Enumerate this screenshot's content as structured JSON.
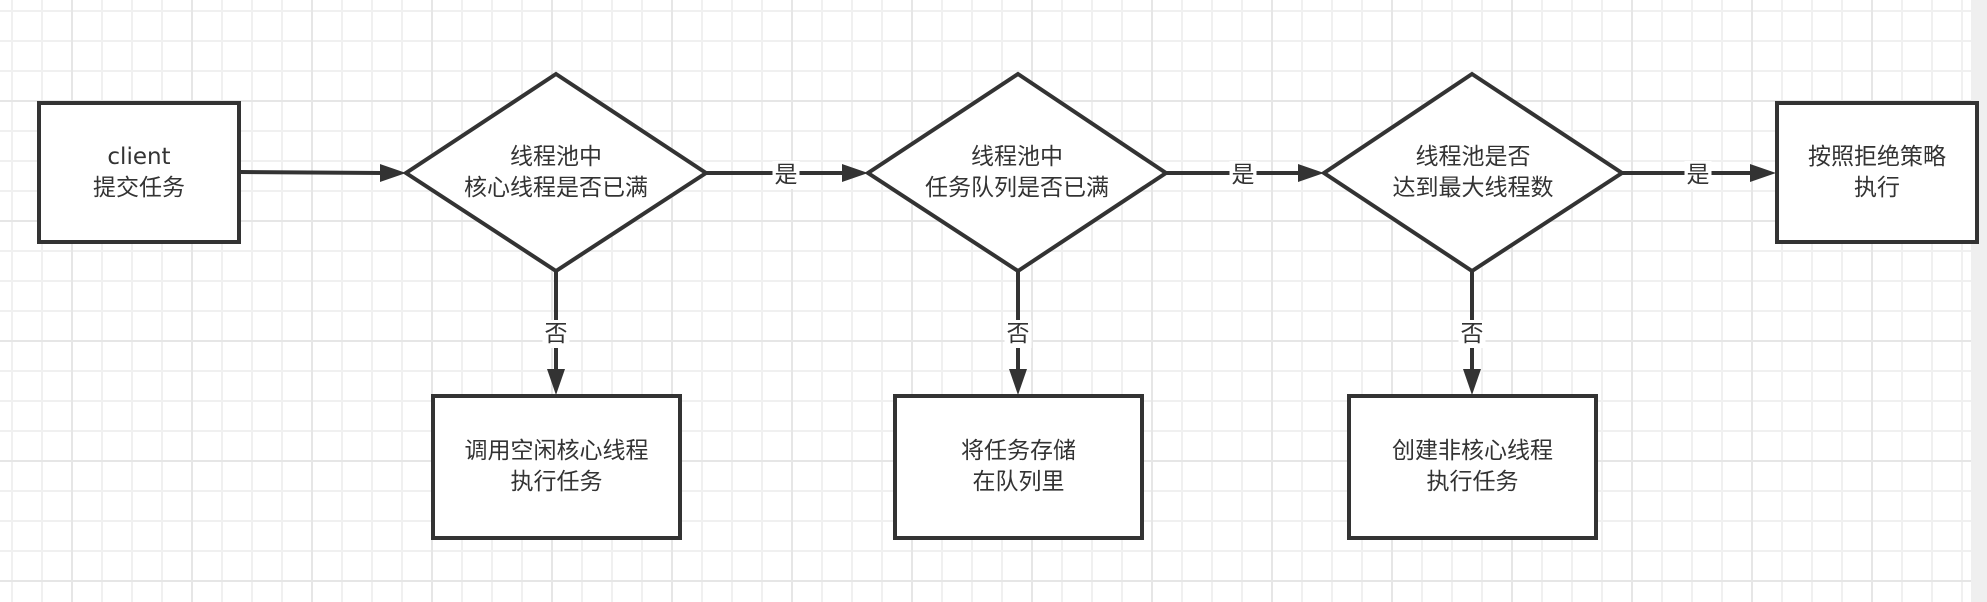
{
  "diagram": {
    "title": "Thread pool task submission flow",
    "colors": {
      "stroke": "#333333",
      "text": "#333333",
      "node_fill": "#ffffff",
      "grid_minor": "#f0f0f0",
      "grid_major": "#e6e6e6",
      "outside_canvas": "#efefef"
    },
    "nodes": {
      "client": {
        "shape": "rectangle",
        "lines": [
          "client",
          "提交任务"
        ]
      },
      "decision_core_full": {
        "shape": "diamond",
        "lines": [
          "线程池中",
          "核心线程是否已满"
        ]
      },
      "decision_queue_full": {
        "shape": "diamond",
        "lines": [
          "线程池中",
          "任务队列是否已满"
        ]
      },
      "decision_max_threads": {
        "shape": "diamond",
        "lines": [
          "线程池是否",
          "达到最大线程数"
        ]
      },
      "reject_policy": {
        "shape": "rectangle",
        "lines": [
          "按照拒绝策略",
          "执行"
        ]
      },
      "use_core_thread": {
        "shape": "rectangle",
        "lines": [
          "调用空闲核心线程",
          "执行任务"
        ]
      },
      "store_in_queue": {
        "shape": "rectangle",
        "lines": [
          "将任务存储",
          "在队列里"
        ]
      },
      "create_non_core_thread": {
        "shape": "rectangle",
        "lines": [
          "创建非核心线程",
          "执行任务"
        ]
      }
    },
    "edges": [
      {
        "from": "client",
        "to": "decision_core_full",
        "label": ""
      },
      {
        "from": "decision_core_full",
        "to": "decision_queue_full",
        "label": "是"
      },
      {
        "from": "decision_queue_full",
        "to": "decision_max_threads",
        "label": "是"
      },
      {
        "from": "decision_max_threads",
        "to": "reject_policy",
        "label": "是"
      },
      {
        "from": "decision_core_full",
        "to": "use_core_thread",
        "label": "否"
      },
      {
        "from": "decision_queue_full",
        "to": "store_in_queue",
        "label": "否"
      },
      {
        "from": "decision_max_threads",
        "to": "create_non_core_thread",
        "label": "否"
      }
    ]
  }
}
